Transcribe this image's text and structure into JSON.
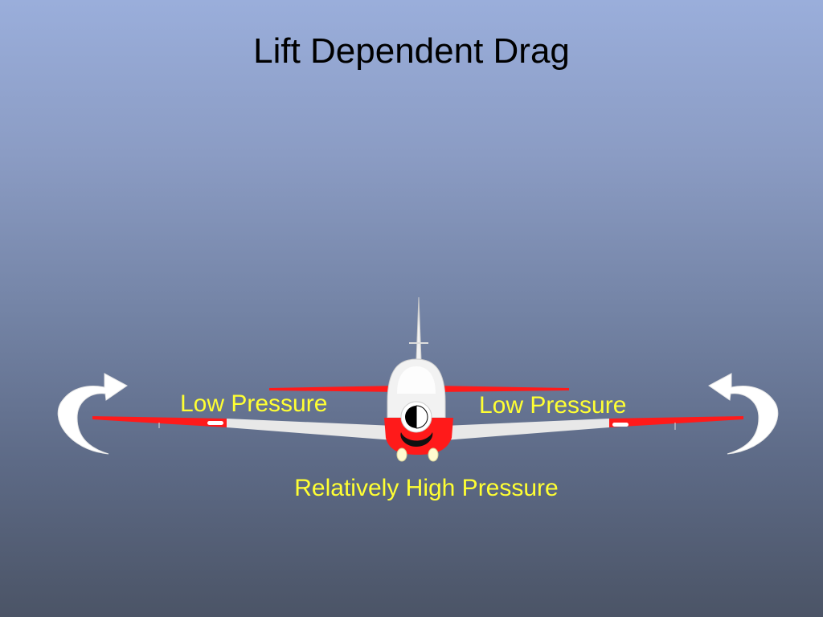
{
  "slide": {
    "title": "Lift Dependent Drag",
    "labels": {
      "left_wing": "Low Pressure",
      "right_wing": "Low Pressure",
      "below_aircraft": "Relatively High Pressure"
    }
  },
  "colors": {
    "background_top": "#9aaedb",
    "background_bottom": "#4b5466",
    "title_text": "#000000",
    "label_text": "#ffff33",
    "aircraft_red": "#ff1a1a",
    "aircraft_white": "#f2f2f2",
    "arrows": "#ffffff"
  },
  "icons": {
    "left_vortex": "curved-arrow-up-right-icon",
    "right_vortex": "curved-arrow-up-left-icon",
    "aircraft": "airplane-front-view-icon"
  }
}
